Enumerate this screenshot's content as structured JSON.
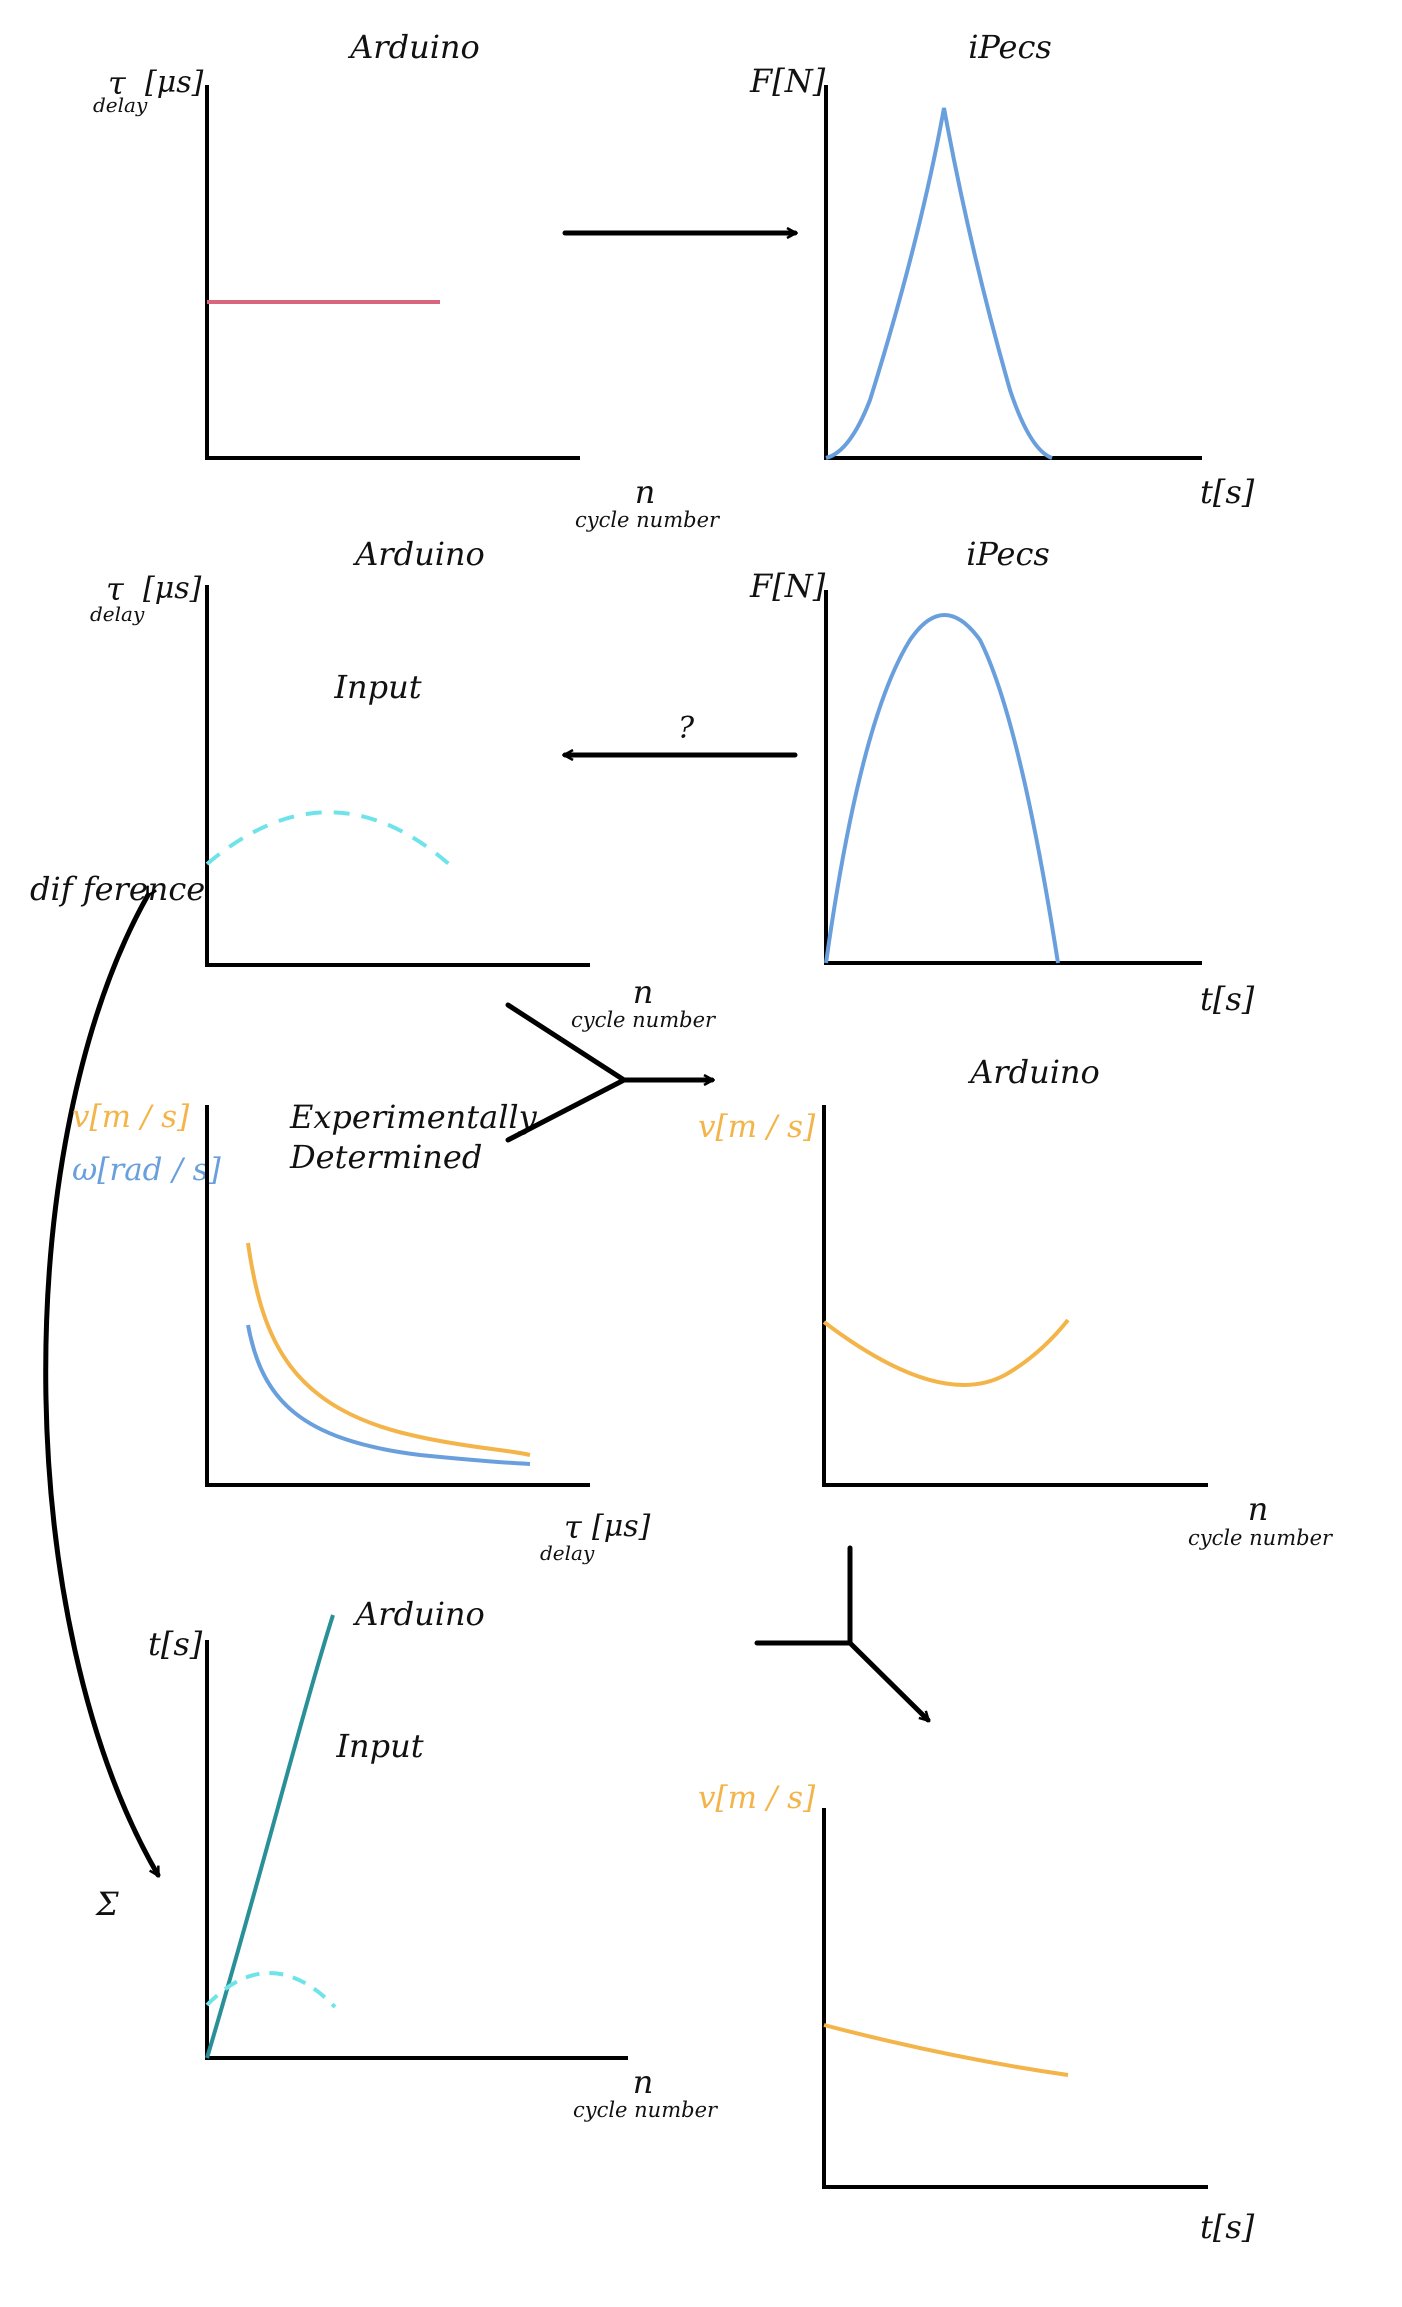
{
  "colors": {
    "axis": "#000000",
    "pink": "#d9667f",
    "blue": "#6a9fde",
    "cyan": "#6fe3ea",
    "orange": "#f3b449",
    "teal": "#2a9098"
  },
  "panel1": {
    "title": "Arduino",
    "y_sym": "τ",
    "y_sub": "delay",
    "y_unit": "[μs]",
    "x_sym": "n",
    "x_sub": "cycle number"
  },
  "panel2": {
    "title": "iPecs",
    "y_label": "F[N]",
    "x_label": "t[s]"
  },
  "panel3": {
    "title": "Arduino",
    "y_sym": "τ",
    "y_sub": "delay",
    "y_unit": "[μs]",
    "inner": "Input",
    "x_sym": "n",
    "x_sub": "cycle number"
  },
  "panel4": {
    "title": "iPecs",
    "y_label": "F[N]",
    "x_label": "t[s]"
  },
  "question": "?",
  "difference": "dif ference",
  "panel5": {
    "y_label_1": "v[m / s]",
    "y_label_2": "ω[rad / s]",
    "inner_1": "Experimentally",
    "inner_2": "Determined",
    "x_sym": "τ",
    "x_sub": "delay",
    "x_unit": "[μs]"
  },
  "panel6": {
    "title": "Arduino",
    "y_label": "v[m / s]",
    "x_sym": "n",
    "x_sub": "cycle number"
  },
  "sigma": "Σ",
  "panel7": {
    "title": "Arduino",
    "y_label": "t[s]",
    "inner": "Input",
    "x_sym": "n",
    "x_sub": "cycle number"
  },
  "panel8": {
    "y_label": "v[m / s]",
    "x_label": "t[s]"
  }
}
